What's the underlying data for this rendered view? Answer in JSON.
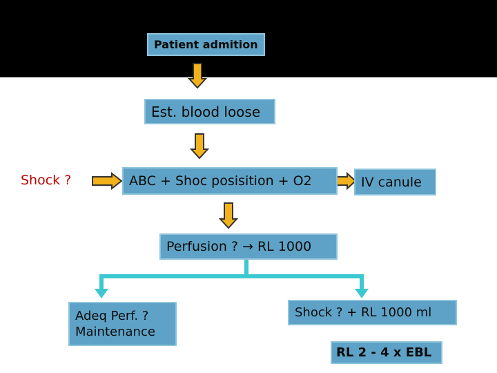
{
  "nodes": {
    "admission": "Patient admition",
    "blood_loss": "Est. blood loose",
    "shock_q": "Shock ?",
    "abc": "ABC + Shoc posisition + O2",
    "iv": "IV canule",
    "perfusion": "Perfusion ? → RL 1000",
    "adeq_line1": "Adeq Perf. ?",
    "adeq_line2": "Maintenance",
    "shock_rl": "Shock ? + RL 1000 ml",
    "ebl": "RL 2 - 4 x EBL"
  },
  "colors": {
    "top_band": "#000000",
    "box_fill": "#5ea3c7",
    "box_border": "#8fc3dc",
    "arrow_fill": "#f2b21c",
    "arrow_stroke": "#333333",
    "branch_line": "#3cc8d0",
    "shock_text": "#c00000"
  }
}
